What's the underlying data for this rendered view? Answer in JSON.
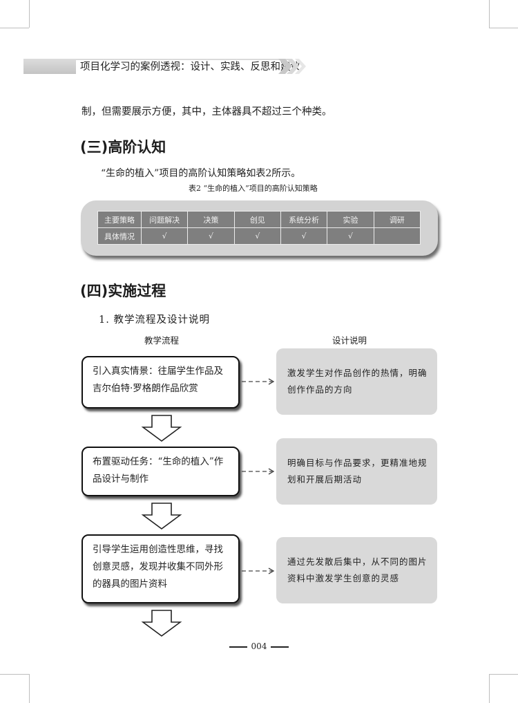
{
  "header": {
    "title": "项目化学习的案例透视：设计、实践、反思和建议"
  },
  "body": {
    "intro_line": "制，但需要展示方便，其中，主体器具不超过三个种类。",
    "section3_heading": "(三)高阶认知",
    "section3_para": "“生命的植入”项目的高阶认知策略如表2所示。",
    "table_caption": "表2 “生命的植入”项目的高阶认知策略",
    "section4_heading": "(四)实施过程",
    "subsection_heading": "1. 教学流程及设计说明"
  },
  "strategy_table": {
    "row_header_1": "主要策略",
    "row_header_2": "具体情况",
    "columns": [
      "问题解决",
      "决策",
      "创见",
      "系统分析",
      "实验",
      "调研"
    ],
    "checks": [
      "√",
      "√",
      "√",
      "√",
      "√",
      ""
    ]
  },
  "flow": {
    "left_header": "教学流程",
    "right_header": "设计说明",
    "steps": [
      {
        "text": "引入真实情景：往届学生作品及吉尔伯特·罗格朗作品欣赏",
        "note": "激发学生对作品创作的热情，明确创作作品的方向"
      },
      {
        "text": "布置驱动任务：“生命的植入”作品设计与制作",
        "note": "明确目标与作品要求，更精准地规划和开展后期活动"
      },
      {
        "text": "引导学生运用创造性思维，寻找创意灵感，发现并收集不同外形的器具的图片资料",
        "note": "通过先发散后集中，从不同的图片资料中激发学生创意的灵感"
      }
    ]
  },
  "footer": {
    "page_number": "004"
  }
}
